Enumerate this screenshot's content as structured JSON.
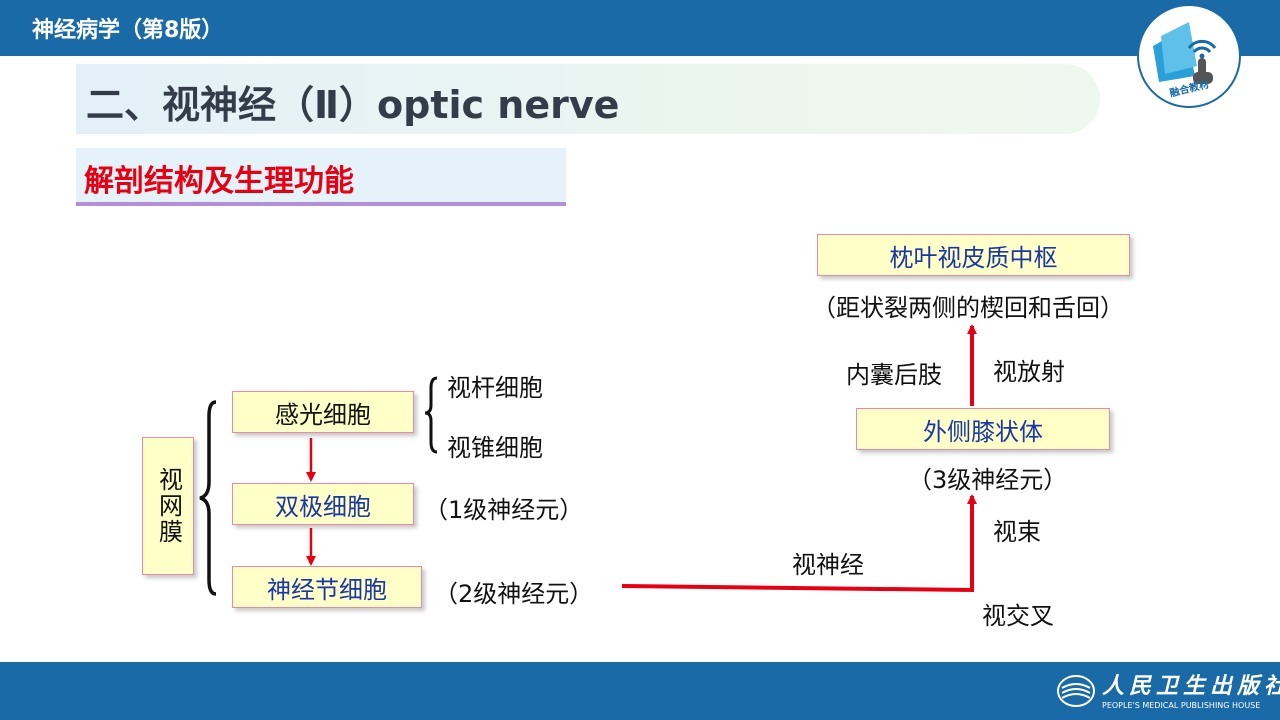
{
  "header": {
    "book_title": "神经病学（第8版）",
    "badge_label": "融合教材"
  },
  "section": {
    "title": "二、视神经（Ⅱ）optic nerve"
  },
  "subsection": {
    "title": "解剖结构及生理功能"
  },
  "diagram": {
    "retina": "视网膜",
    "photoreceptor": "感光细胞",
    "rods": "视杆细胞",
    "cones": "视锥细胞",
    "bipolar": "双极细胞",
    "bipolar_note": "（1级神经元）",
    "ganglion": "神经节细胞",
    "ganglion_note": "（2级神经元）",
    "optic_nerve": "视神经",
    "chiasm": "视交叉",
    "tract": "视束",
    "lgn": "外侧膝状体",
    "lgn_note": "（3级神经元）",
    "internal_capsule": "内囊后肢",
    "radiation": "视放射",
    "cortex": "枕叶视皮质中枢",
    "cortex_note": "（距状裂两侧的楔回和舌回）"
  },
  "footer": {
    "publisher_cn": "人民卫生出版社",
    "publisher_en": "PEOPLE'S MEDICAL PUBLISHING HOUSE"
  },
  "colors": {
    "header_blue": "#1a6aa8",
    "accent_red": "#e60012",
    "box_fill": "#ffffc8",
    "box_text_blue": "#1a36a8"
  }
}
